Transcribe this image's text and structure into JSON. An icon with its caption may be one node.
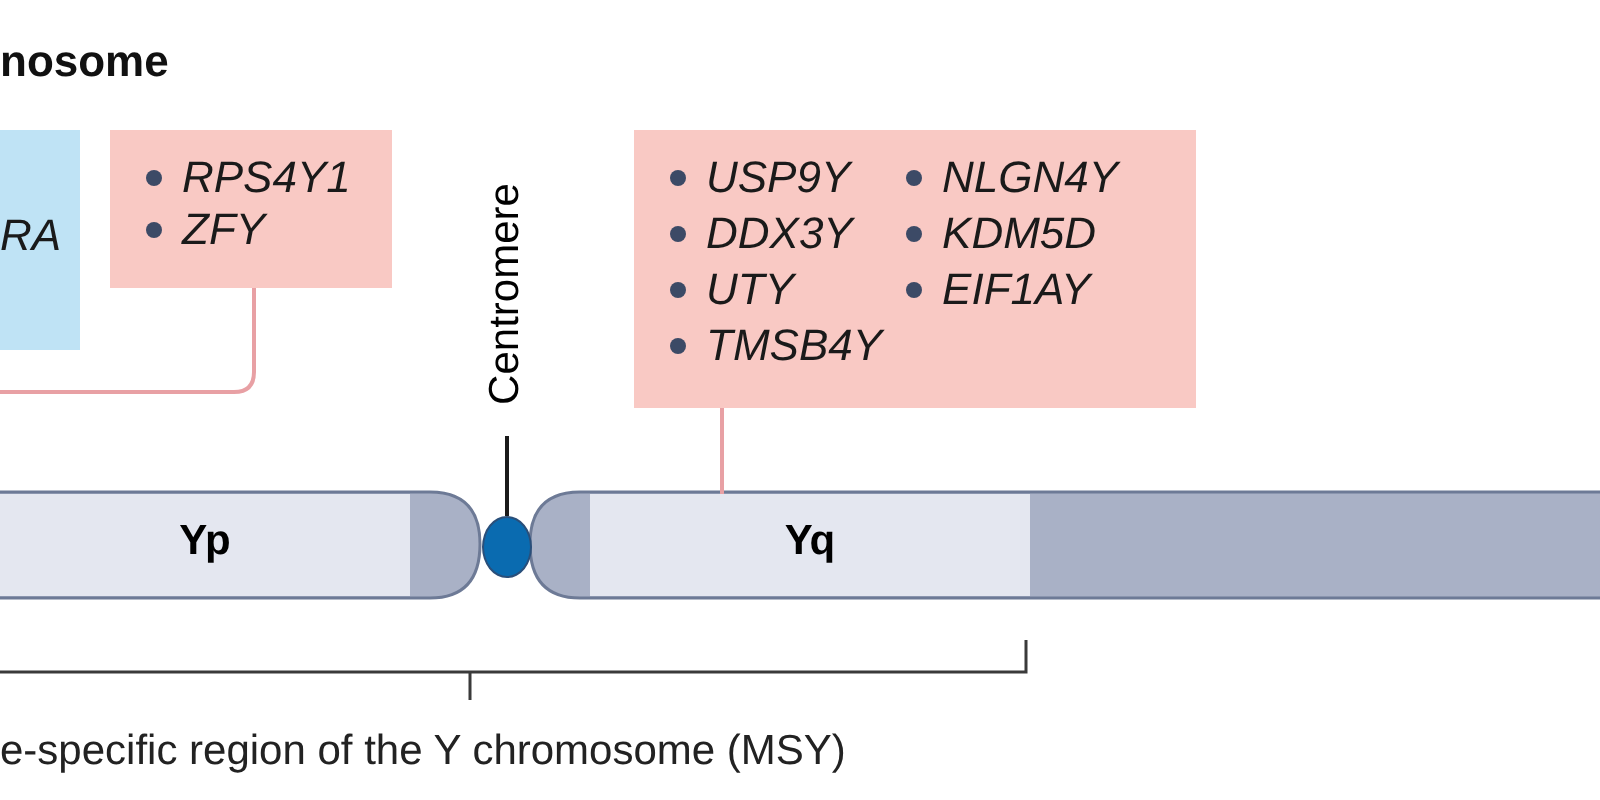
{
  "diagram": {
    "title": "nosome",
    "nodes": [
      {
        "text": [
          "RA"
        ]
      },
      {
        "text": [
          "RPS4Y1",
          "ZFY"
        ]
      },
      {
        "text": [
          "USP9Y",
          "DDX3Y",
          "UTY",
          "TMSB4Y",
          "NLGN4Y",
          "KDM5D",
          "EIF1AY"
        ]
      },
      {
        "text": [
          "Yp"
        ]
      },
      {
        "text": [
          "Centromere"
        ]
      },
      {
        "text": [],
        "shape": "circle"
      },
      {
        "text": [
          "Yq"
        ]
      }
    ],
    "edges": [
      {
        "from": 1,
        "to": null,
        "arrow": "none"
      },
      {
        "from": 4,
        "to": 5,
        "arrow": "none",
        "color": "#1a1a1a"
      },
      {
        "from": 2,
        "to": 6,
        "arrow": "none"
      }
    ],
    "labels": [
      "e-specific region of the Y chromosome (MSY)"
    ]
  }
}
